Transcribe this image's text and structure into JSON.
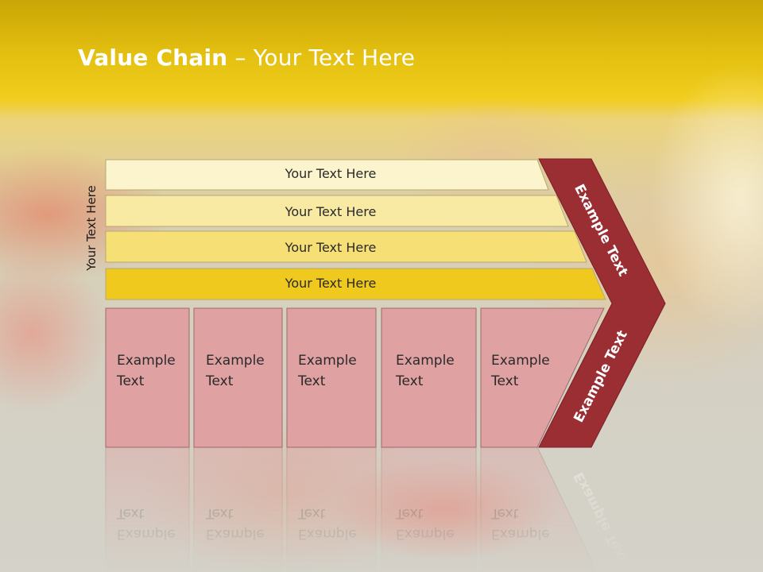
{
  "slide": {
    "title_bold": "Value Chain",
    "title_rest": " – Your Text Here",
    "side_label": "Your Text Here"
  },
  "bars": [
    {
      "label": "Your Text Here",
      "color": "#fbf4cc"
    },
    {
      "label": "Your Text Here",
      "color": "#f9eaa3"
    },
    {
      "label": "Your Text Here",
      "color": "#f6df75"
    },
    {
      "label": "Your Text Here",
      "color": "#f0c91f"
    }
  ],
  "boxes": [
    {
      "line1": "Example",
      "line2": "Text"
    },
    {
      "line1": "Example",
      "line2": "Text"
    },
    {
      "line1": "Example",
      "line2": "Text"
    },
    {
      "line1": "Example",
      "line2": "Text"
    },
    {
      "line1": "Example",
      "line2": "Text"
    }
  ],
  "chevron": {
    "upper_label": "Example Text",
    "lower_label": "Example Text",
    "color": "#9a2e33"
  },
  "colors": {
    "box_fill": "#e0a1a2",
    "box_stroke": "#9c6a68"
  }
}
